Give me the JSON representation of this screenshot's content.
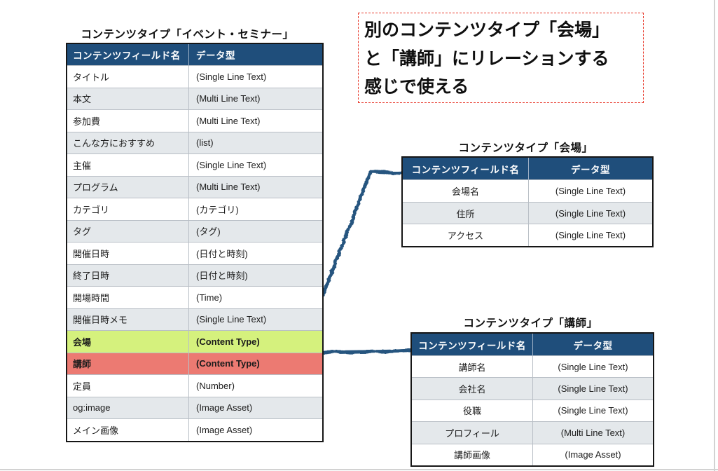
{
  "colors": {
    "table_header_bg": "#1f4e7b",
    "row_alt_bg": "#e4e8eb",
    "highlight_green": "#d5f17d",
    "highlight_red": "#ec7a72",
    "connector_blue": "#27547f",
    "note_border_red": "#e8392b"
  },
  "note": {
    "lines": [
      "別のコンテンツタイプ「会場」",
      "と「講師」にリレーションする",
      "感じで使える"
    ]
  },
  "tables": {
    "event": {
      "title": "コンテンツタイプ「イベント・セミナー」",
      "headers": [
        "コンテンツフィールド名",
        "データ型"
      ],
      "rows": [
        {
          "field": "タイトル",
          "type": "(Single Line Text)"
        },
        {
          "field": "本文",
          "type": "(Multi Line Text)"
        },
        {
          "field": "参加費",
          "type": "(Multi Line Text)"
        },
        {
          "field": "こんな方におすすめ",
          "type": "(list)"
        },
        {
          "field": "主催",
          "type": "(Single Line Text)"
        },
        {
          "field": "プログラム",
          "type": "(Multi Line Text)"
        },
        {
          "field": "カテゴリ",
          "type": "(カテゴリ)"
        },
        {
          "field": "タグ",
          "type": "(タグ)"
        },
        {
          "field": "開催日時",
          "type": "(日付と時刻)"
        },
        {
          "field": "終了日時",
          "type": "(日付と時刻)"
        },
        {
          "field": "開場時間",
          "type": "(Time)"
        },
        {
          "field": "開催日時メモ",
          "type": "(Single Line Text)"
        },
        {
          "field": "会場",
          "type": "(Content Type)",
          "highlight": "green"
        },
        {
          "field": "講師",
          "type": "(Content Type)",
          "highlight": "red"
        },
        {
          "field": "定員",
          "type": "(Number)"
        },
        {
          "field": "og:image",
          "type": "(Image Asset)"
        },
        {
          "field": "メイン画像",
          "type": "(Image Asset)"
        }
      ]
    },
    "venue": {
      "title": "コンテンツタイプ「会場」",
      "headers": [
        "コンテンツフィールド名",
        "データ型"
      ],
      "rows": [
        {
          "field": "会場名",
          "type": "(Single Line Text)"
        },
        {
          "field": "住所",
          "type": "(Single Line Text)"
        },
        {
          "field": "アクセス",
          "type": "(Single Line Text)"
        }
      ]
    },
    "instructor": {
      "title": "コンテンツタイプ「講師」",
      "headers": [
        "コンテンツフィールド名",
        "データ型"
      ],
      "rows": [
        {
          "field": "講師名",
          "type": "(Single Line Text)"
        },
        {
          "field": "会社名",
          "type": "(Single Line Text)"
        },
        {
          "field": "役職",
          "type": "(Single Line Text)"
        },
        {
          "field": "プロフィール",
          "type": "(Multi Line Text)"
        },
        {
          "field": "講師画像",
          "type": "(Image Asset)"
        }
      ]
    }
  }
}
